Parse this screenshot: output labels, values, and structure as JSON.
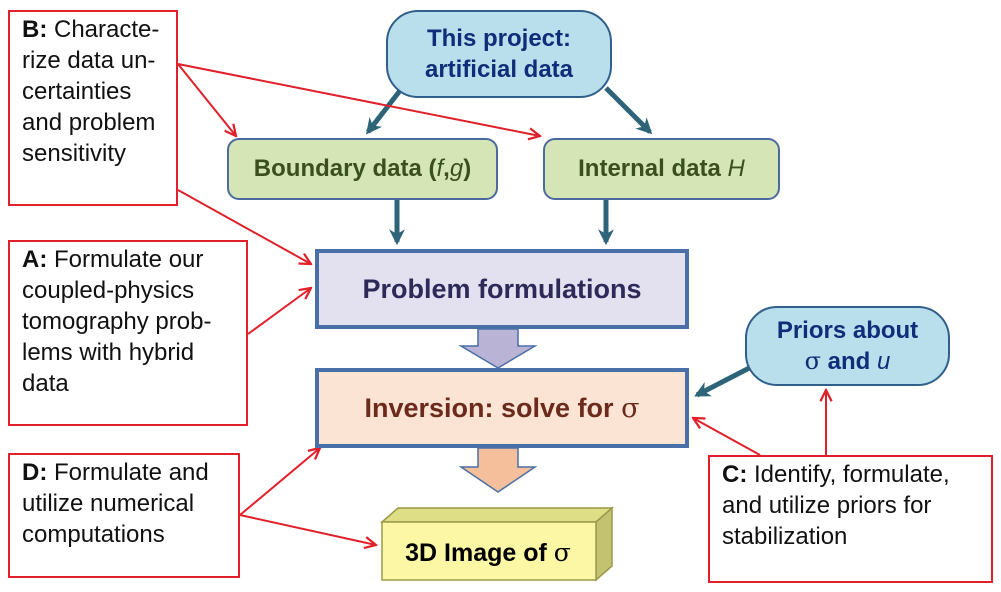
{
  "source_box": {
    "line1": "This project:",
    "line2": "artificial data"
  },
  "boundary_box": {
    "label": "Boundary data (",
    "var1": "f",
    "sep": ",",
    "var2": "g",
    "close": ")"
  },
  "internal_box": {
    "label": "Internal data ",
    "var": "H"
  },
  "formulation_box": {
    "label": "Problem formulations"
  },
  "inversion_box": {
    "label": "Inversion: solve for ",
    "symbol": "σ"
  },
  "priors_box": {
    "line1": "Priors about",
    "sym": "σ",
    "and": " and ",
    "var": "u"
  },
  "output_box": {
    "label": "3D Image of ",
    "symbol": "σ"
  },
  "notes": {
    "b": {
      "key": "B:",
      "lines": [
        " Characte-",
        "rize data un-",
        "certainties",
        "and problem",
        "sensitivity"
      ]
    },
    "a": {
      "key": "A:",
      "lines": [
        " Formulate our",
        "coupled-physics",
        "tomography prob-",
        "lems with hybrid",
        "data"
      ]
    },
    "d": {
      "key": "D:",
      "lines": [
        " Formulate and",
        "utilize numerical",
        "computations"
      ]
    },
    "c": {
      "key": "C:",
      "lines": [
        " Identify, formulate,",
        "and utilize priors for",
        "stabilization"
      ]
    }
  },
  "colors": {
    "flow_arrow": "#2e6478",
    "annotation_arrow": "#e0202a",
    "block_arrow_fill": "#b9b3d6",
    "block_arrow_fill_2": "#f5bf9b",
    "cube_face": "#fbf7a5",
    "cube_side": "#c2c271",
    "cube_top": "#dede86"
  }
}
